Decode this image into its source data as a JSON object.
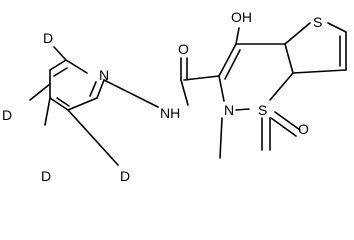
{
  "molecule": {
    "atoms": {
      "oh": "OH",
      "s_ring": "S",
      "o_carbonyl": "O",
      "nh": "NH",
      "n_pyridine": "N",
      "n_ring": "N",
      "s_sulfonyl": "S",
      "o_sulfonyl": "O",
      "d_top": "D",
      "d_left": "D",
      "d_bottom_left": "D",
      "d_bottom_right": "D"
    },
    "colors": {
      "line": "#000000",
      "text": "#000000",
      "background": "#ffffff"
    }
  }
}
